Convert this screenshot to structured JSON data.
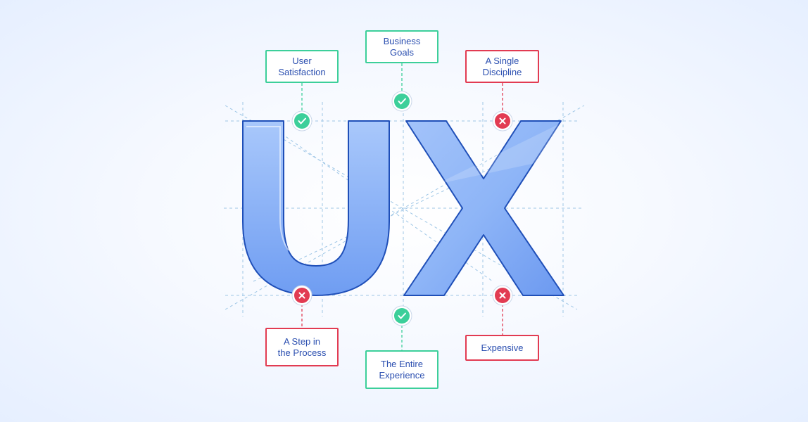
{
  "letters": {
    "u": "U",
    "x": "X"
  },
  "labels": {
    "user_satisfaction": {
      "text": "User\nSatisfaction",
      "status": "positive"
    },
    "business_goals": {
      "text": "Business\nGoals",
      "status": "positive"
    },
    "single_discipline": {
      "text": "A Single\nDiscipline",
      "status": "negative"
    },
    "step_in_process": {
      "text": "A Step in\nthe Process",
      "status": "negative"
    },
    "entire_experience": {
      "text": "The Entire\nExperience",
      "status": "positive"
    },
    "expensive": {
      "text": "Expensive",
      "status": "negative"
    }
  },
  "icons": {
    "positive": "check-icon",
    "negative": "cross-icon"
  },
  "colors": {
    "positive": "#3ccf9a",
    "negative": "#e23b52",
    "letter_fill_top": "#a9c8fb",
    "letter_fill_bottom": "#6f9df2",
    "letter_outline": "#1f4fb8",
    "label_text": "#2b4fb0",
    "guide_lines": "#9ec6e6"
  }
}
